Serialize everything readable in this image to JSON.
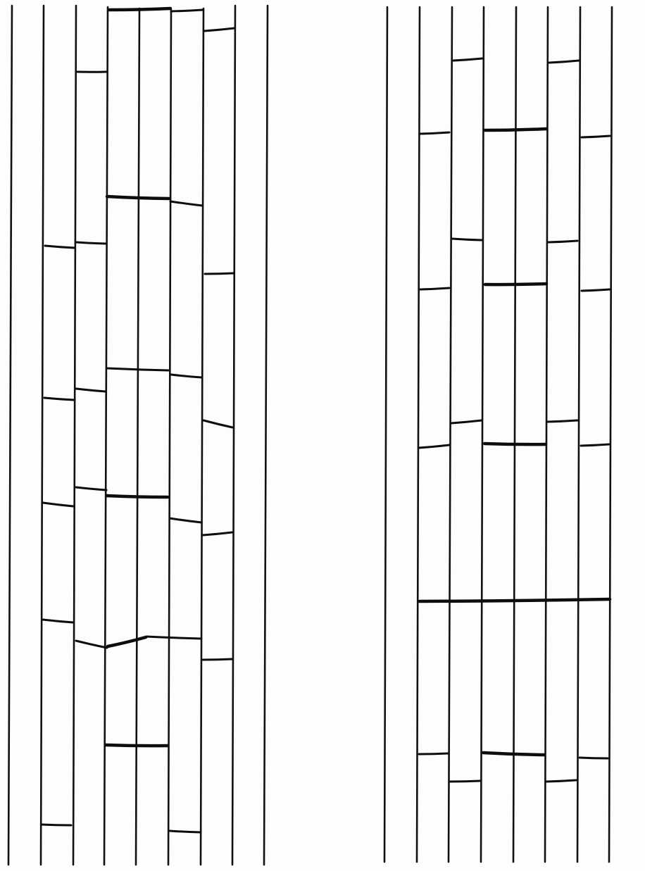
{
  "figure": {
    "description_type": "line-drawing",
    "panels": [
      {
        "name": "left-panel",
        "vertical_line_count": 9,
        "cross_mark_count": 27
      },
      {
        "name": "right-panel",
        "vertical_line_count": 8,
        "cross_mark_count": 23
      }
    ],
    "ink_color": "#111111",
    "paper_color": "#fdfdfc"
  }
}
